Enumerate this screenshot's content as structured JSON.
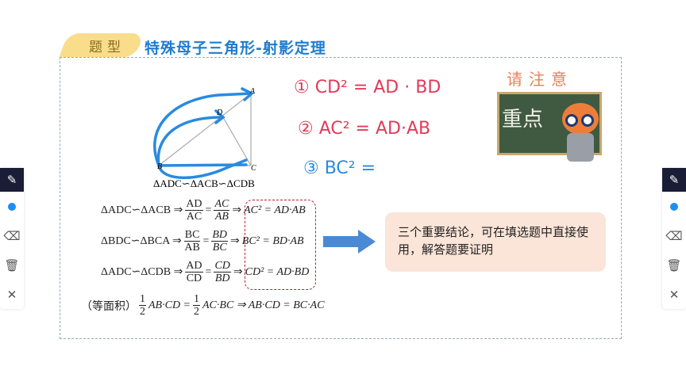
{
  "header": {
    "tag": "题型",
    "title": "特殊母子三角形-射影定理"
  },
  "diagram": {
    "labels": {
      "A": "A",
      "B": "B",
      "C": "C",
      "D": "D"
    },
    "caption": "ΔADC∽ΔACB∽ΔCDB"
  },
  "handwriting": [
    "① CD² = AD · BD",
    "② AC² = AD·AB",
    "③ BC² ="
  ],
  "notice": {
    "heading": "请注意",
    "board": "重点"
  },
  "formulas": {
    "rows": [
      {
        "sim": "ΔADC∽ΔACB ⇒",
        "f1": [
          "AD",
          "AC"
        ],
        "f2": [
          "AC",
          "AB"
        ],
        "result": "AC² = AD·AB"
      },
      {
        "sim": "ΔBDC∽ΔBCA ⇒",
        "f1": [
          "BC",
          "AB"
        ],
        "f2": [
          "BD",
          "BC"
        ],
        "result": "BC² = BD·AB"
      },
      {
        "sim": "ΔADC∽ΔCDB ⇒",
        "f1": [
          "AD",
          "CD"
        ],
        "f2": [
          "CD",
          "BD"
        ],
        "result": "CD² = AD·BD"
      }
    ],
    "area": {
      "prefix": "（等面积）",
      "half": [
        "1",
        "2"
      ],
      "left": "AB·CD =",
      "right": "AC·BC ⇒ AB·CD = BC·AC"
    }
  },
  "callout": "三个重要结论，可在填选题中直接使用，解答题要证明",
  "toolbar": {
    "items": [
      "pen",
      "color",
      "eraser",
      "clear",
      "close"
    ],
    "color": "#1e8ef0"
  }
}
